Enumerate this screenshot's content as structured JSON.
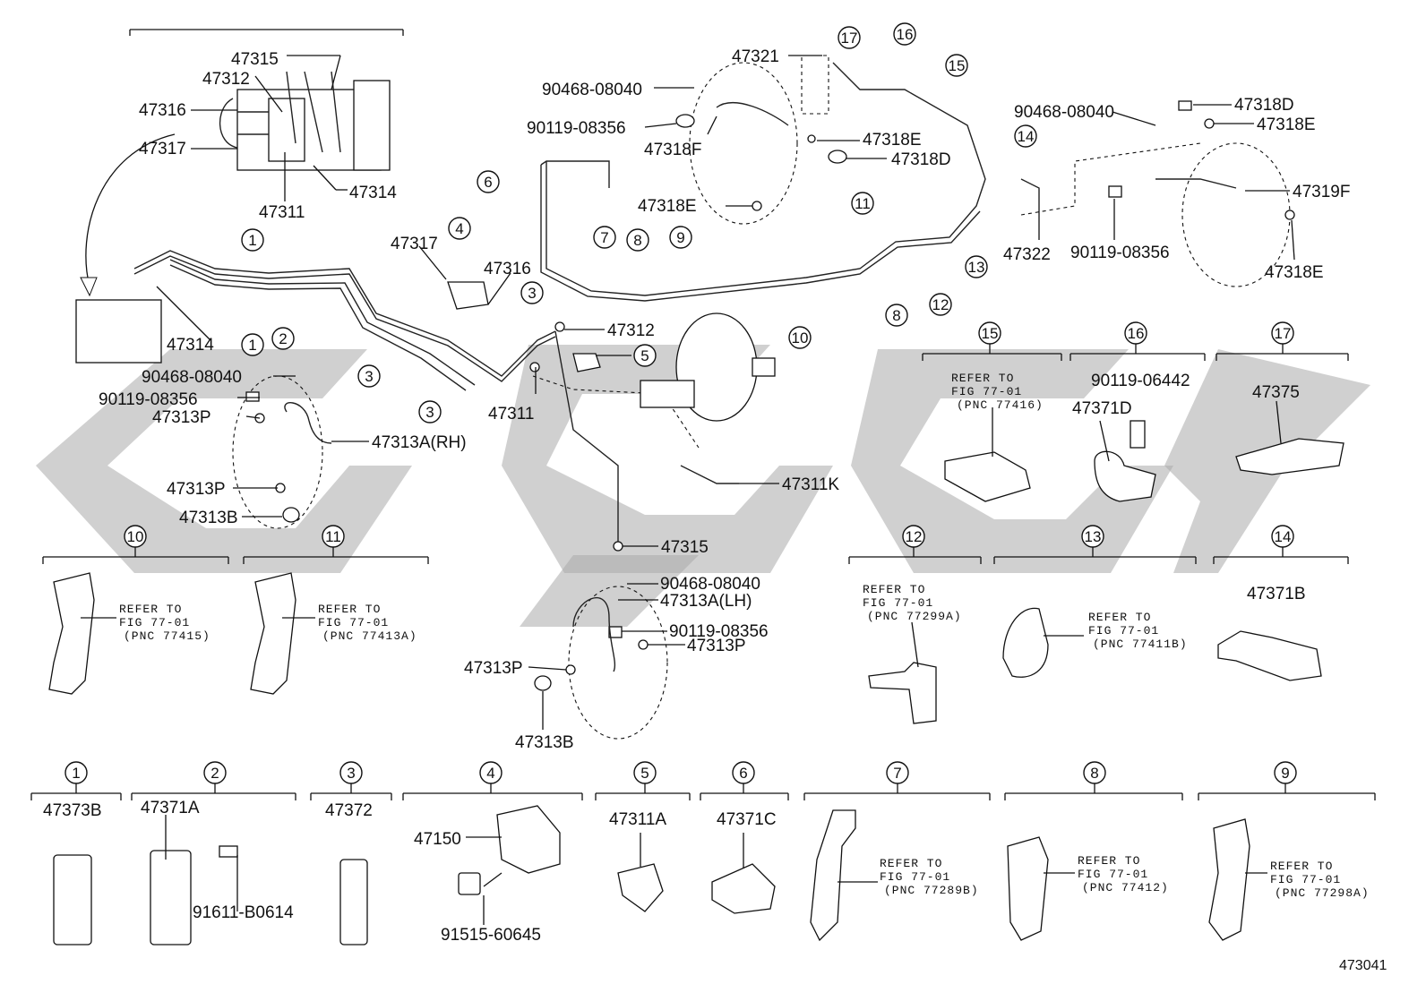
{
  "figure_number": "473041",
  "watermark_colors": {
    "gray": "#a9a9a9"
  },
  "part_labels": {
    "p47315_top": "47315",
    "p47312_top": "47312",
    "p47316_top": "47316",
    "p47317_top": "47317",
    "p47314_top": "47314",
    "p47311_top": "47311",
    "p47314_left": "47314",
    "p47317_mid": "47317",
    "p47316_mid": "47316",
    "p90468_a": "90468-08040",
    "p90119_a": "90119-08356",
    "p47313P_a": "47313P",
    "p47313A_RH": "47313A(RH)",
    "p47313P_b": "47313P",
    "p47313B_a": "47313B",
    "p47312_mid": "47312",
    "p47311_mid": "47311",
    "p47311K": "47311K",
    "p47315_mid": "47315",
    "p90468_b": "90468-08040",
    "p47313A_LH": "47313A(LH)",
    "p90119_b": "90119-08356",
    "p47313P_c": "47313P",
    "p47313P_d": "47313P",
    "p47313B_b": "47313B",
    "p47321": "47321",
    "p90468_c": "90468-08040",
    "p90119_c": "90119-08356",
    "p47318F": "47318F",
    "p47318E_a": "47318E",
    "p47318D_a": "47318D",
    "p47318E_b": "47318E",
    "p90468_d": "90468-08040",
    "p47318D_b": "47318D",
    "p47318E_c": "47318E",
    "p47319F": "47319F",
    "p47322": "47322",
    "p90119_d": "90119-08356",
    "p47318E_d": "47318E"
  },
  "callouts": {
    "c1": "1",
    "c2": "2",
    "c3": "3",
    "c4": "4",
    "c5": "5",
    "c6": "6",
    "c7": "7",
    "c8": "8",
    "c9": "9",
    "c10": "10",
    "c11": "11",
    "c12": "12",
    "c13": "13",
    "c14": "14",
    "c15": "15",
    "c16": "16",
    "c17": "17"
  },
  "detail_parts": {
    "d1": "47373B",
    "d2": "47371A",
    "d2_bolt": "91611-B0614",
    "d3": "47372",
    "d4": "47150",
    "d4_bolt": "91515-60645",
    "d5": "47311A",
    "d6": "47371C",
    "d14": "47371B",
    "d16_bolt": "90119-06442",
    "d16": "47371D",
    "d17": "47375"
  },
  "refer": {
    "line1": "REFER TO",
    "line2": "FIG 77-01",
    "pnc_10": "(PNC 77415)",
    "pnc_11": "(PNC 77413A)",
    "pnc_12": "(PNC 77299A)",
    "pnc_13": "(PNC 77411B)",
    "pnc_15": "(PNC 77416)",
    "pnc_7": "(PNC 77289B)",
    "pnc_8": "(PNC 77412)",
    "pnc_9": "(PNC 77298A)"
  }
}
